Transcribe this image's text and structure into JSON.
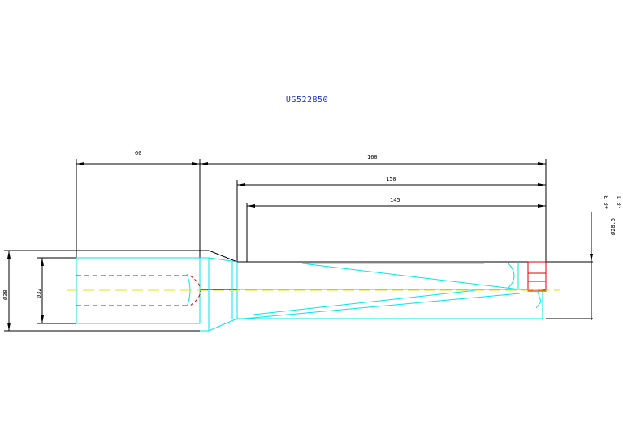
{
  "drawing": {
    "part_number": "UG522B50",
    "dims": {
      "shank_length": "60",
      "overall_length": "160",
      "body_length": "150",
      "flute_length": "145",
      "dia_left_outer": "Ø38",
      "dia_left_inner": "Ø32",
      "dia_tip": "Ø28.5",
      "tol_upper": "+0.3",
      "tol_lower": "-0.1"
    },
    "colors": {
      "outline": "#000000",
      "hidden_edges": "#00e5ee",
      "thread_hidden": "#e00000",
      "center_line": "#e6e600",
      "title": "#1a33cc"
    }
  }
}
